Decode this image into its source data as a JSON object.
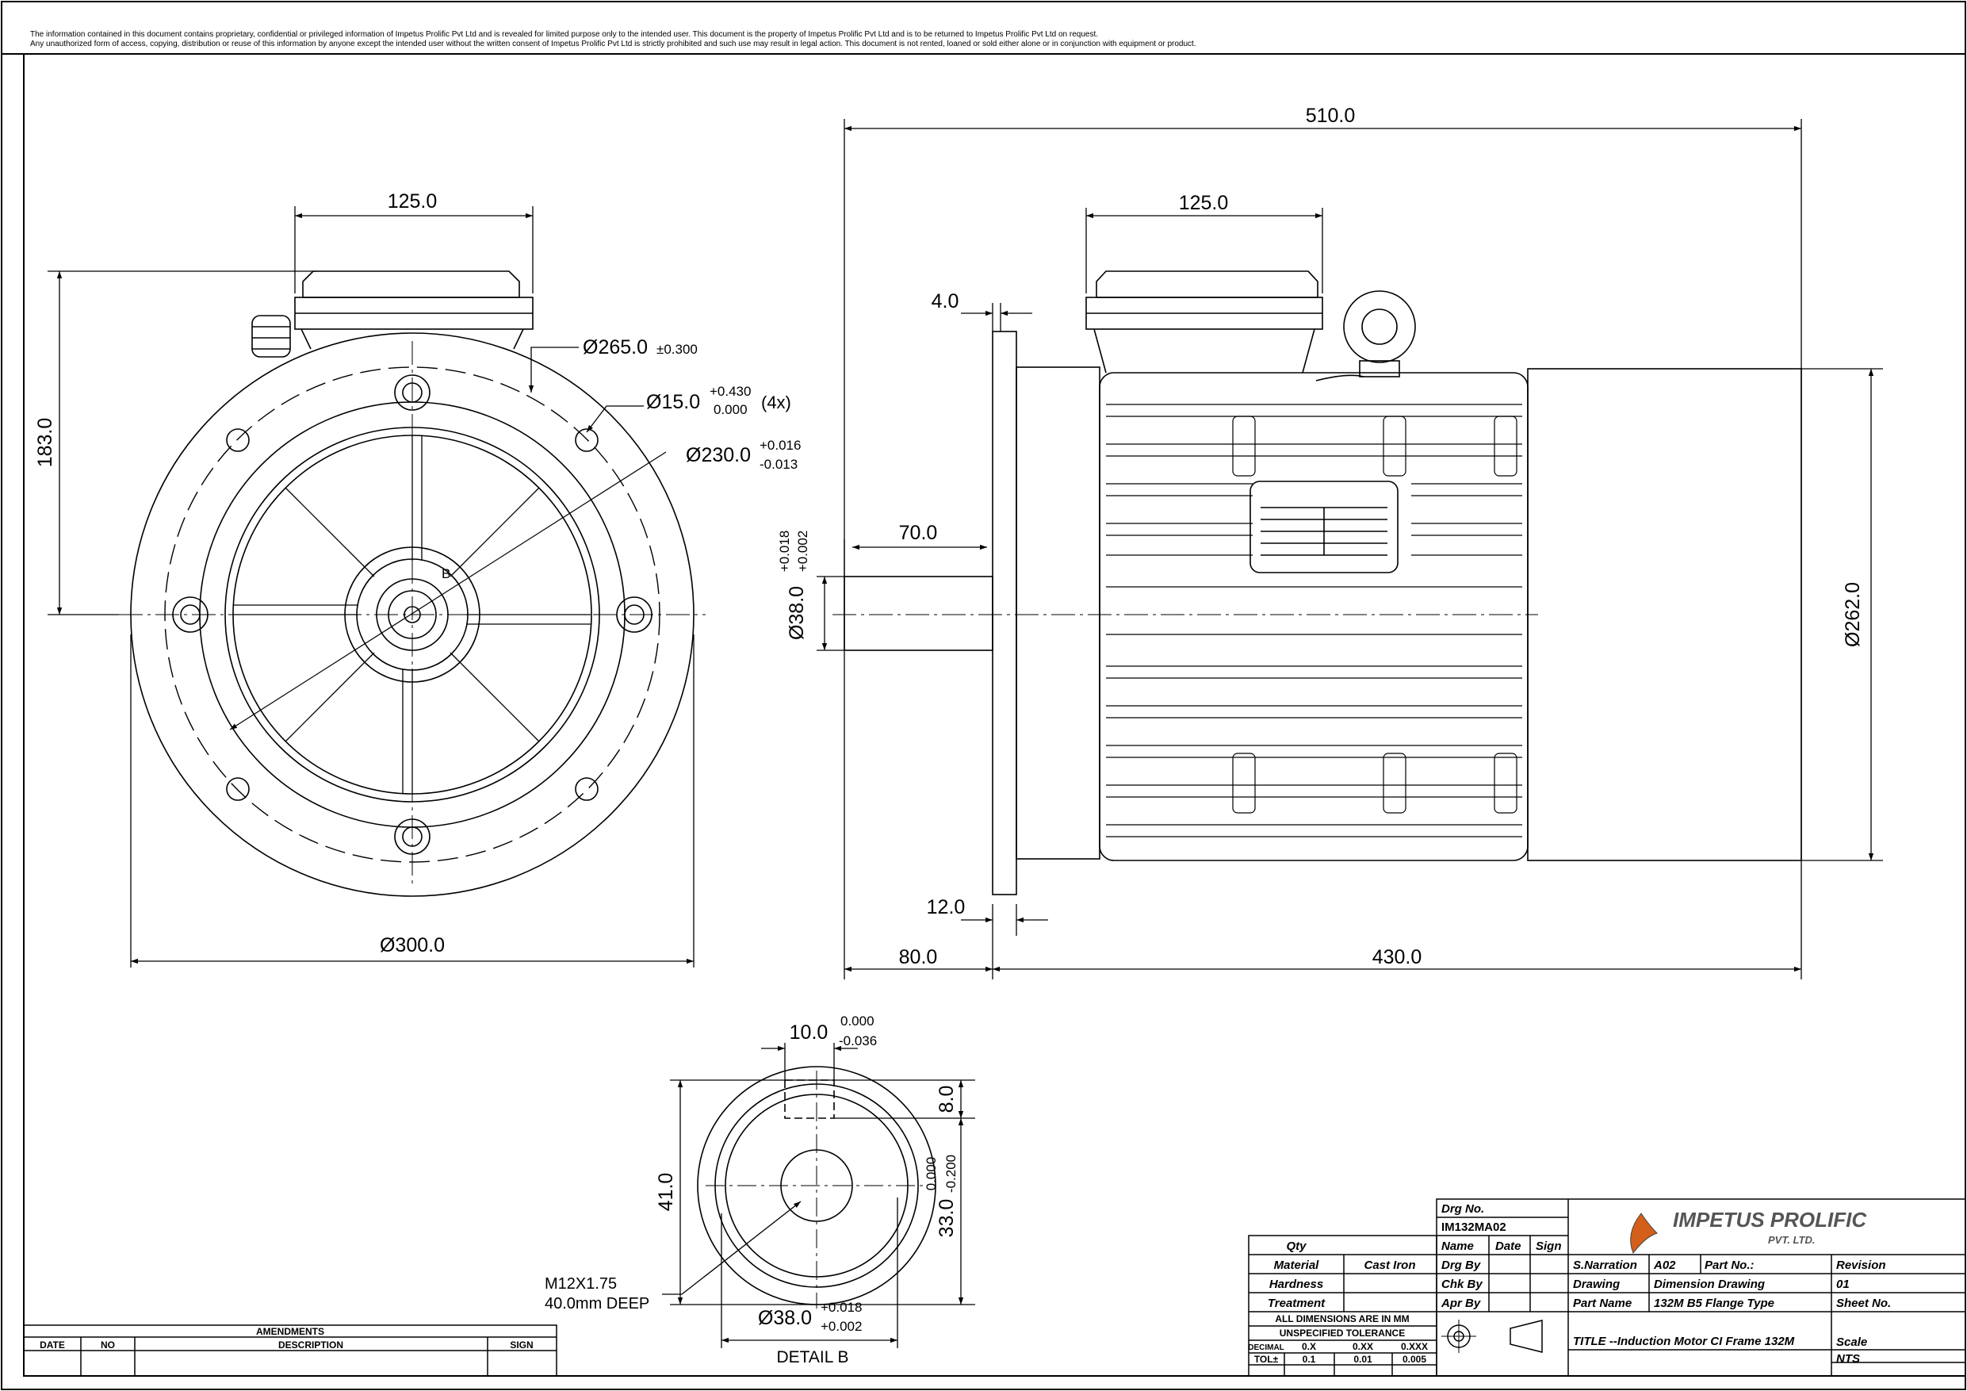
{
  "confidentiality": {
    "line1": "The information contained in this document contains proprietary, confidential or privileged information of Impetus Prolific Pvt Ltd and is revealed for limited purpose only to the intended user.  This document is the property of Impetus Prolific Pvt Ltd and is to be returned to Impetus Prolific Pvt Ltd on request.",
    "line2": "Any unauthorized form of access, copying, distribution or reuse of this information by anyone except the intended user without the written consent of Impetus Prolific Pvt Ltd  is strictly prohibited and such use may result in legal action. This document is not rented, loaned or sold either alone or in conjunction with equipment or product."
  },
  "front_view": {
    "dim_top_width": "125.0",
    "dim_height": "183.0",
    "dim_pcd": "Ø265.0",
    "tol_pcd": "±0.300",
    "dim_hole": "Ø15.0",
    "tol_hole_upper": "+0.430",
    "tol_hole_lower": "0.000",
    "hole_count": "(4x)",
    "dim_spigot": "Ø230.0",
    "tol_spigot_upper": "+0.016",
    "tol_spigot_lower": "-0.013",
    "dim_flange": "Ø300.0",
    "detail_ref": "B"
  },
  "side_view": {
    "dim_overall": "510.0",
    "dim_terminal_box": "125.0",
    "dim_flange_gap": "4.0",
    "dim_shaft_len": "70.0",
    "dim_shaft_dia": "Ø38.0",
    "tol_shaft_upper": "+0.018",
    "tol_shaft_lower": "+0.002",
    "dim_body_dia": "Ø262.0",
    "dim_flange_thk": "12.0",
    "dim_shaft_ext": "80.0",
    "dim_body_len": "430.0"
  },
  "detail_b": {
    "dim_key_width": "10.0",
    "tol_key_upper": "0.000",
    "tol_key_lower": "-0.036",
    "dim_key_depth": "8.0",
    "dim_total": "41.0",
    "dim_keyway_base": "33.0",
    "tol_keyway_upper": "0.000",
    "tol_keyway_lower": "-0.200",
    "thread_note_1": "M12X1.75",
    "thread_note_2": "40.0mm DEEP",
    "dim_dia": "Ø38.0",
    "tol_dia_upper": "+0.018",
    "tol_dia_lower": "+0.002",
    "label": "DETAIL B"
  },
  "amendments": {
    "title": "AMENDMENTS",
    "col_date": "DATE",
    "col_no": "NO",
    "col_desc": "DESCRIPTION",
    "col_sign": "SIGN"
  },
  "title_block": {
    "drg_no_label": "Drg No.",
    "drg_no": "IM132MA02",
    "name": "Name",
    "date": "Date",
    "sign": "Sign",
    "qty": "Qty",
    "material_label": "Material",
    "material": "Cast Iron",
    "hardness": "Hardness",
    "treatment": "Treatment",
    "drg_by": "Drg By",
    "chk_by": "Chk By",
    "apr_by": "Apr By",
    "dims_note": "ALL DIMENSIONS ARE IN MM",
    "tol_note": "UNSPECIFIED TOLERANCE",
    "decimal": "DECIMAL",
    "d1": "0.X",
    "d2": "0.XX",
    "d3": "0.XXX",
    "tol": "TOL±",
    "t1": "0.1",
    "t2": "0.01",
    "t3": "0.005",
    "company": "IMPETUS PROLIFIC",
    "company_sub": "PVT. LTD.",
    "s_narration_label": "S.Narration",
    "s_narration": "A02",
    "part_no_label": "Part No.:",
    "revision_label": "Revision",
    "revision": "01",
    "drawing_label": "Drawing",
    "drawing": "Dimension Drawing",
    "part_name_label": "Part Name",
    "part_name": "132M B5 Flange Type",
    "sheet_no_label": "Sheet No.",
    "title": "TITLE --Induction Motor CI Frame 132M",
    "scale_label": "Scale",
    "scale": "NTS"
  }
}
